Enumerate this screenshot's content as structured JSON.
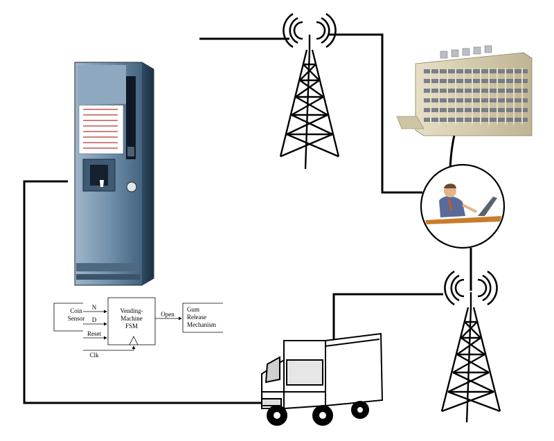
{
  "fsm": {
    "coin_sensor": [
      "Coin",
      "Sensor"
    ],
    "input_n": "N",
    "input_d": "D",
    "input_reset": "Reset",
    "fsm_box": [
      "Vending-",
      "Machine",
      "FSM"
    ],
    "output_open": "Open",
    "gum_box": [
      "Gum",
      "Release",
      "Mechanism"
    ],
    "clock": "Clk"
  },
  "icons": {
    "vending_machine": "vending-machine-icon",
    "tower_top": "radio-tower-icon",
    "tower_bottom": "radio-tower-icon",
    "office_building": "office-building-icon",
    "operator": "operator-at-laptop-icon",
    "truck": "delivery-truck-icon"
  },
  "colors": {
    "wire": "#000000",
    "machine_body": "#5b7f9e",
    "building": "#d9d0b4"
  }
}
